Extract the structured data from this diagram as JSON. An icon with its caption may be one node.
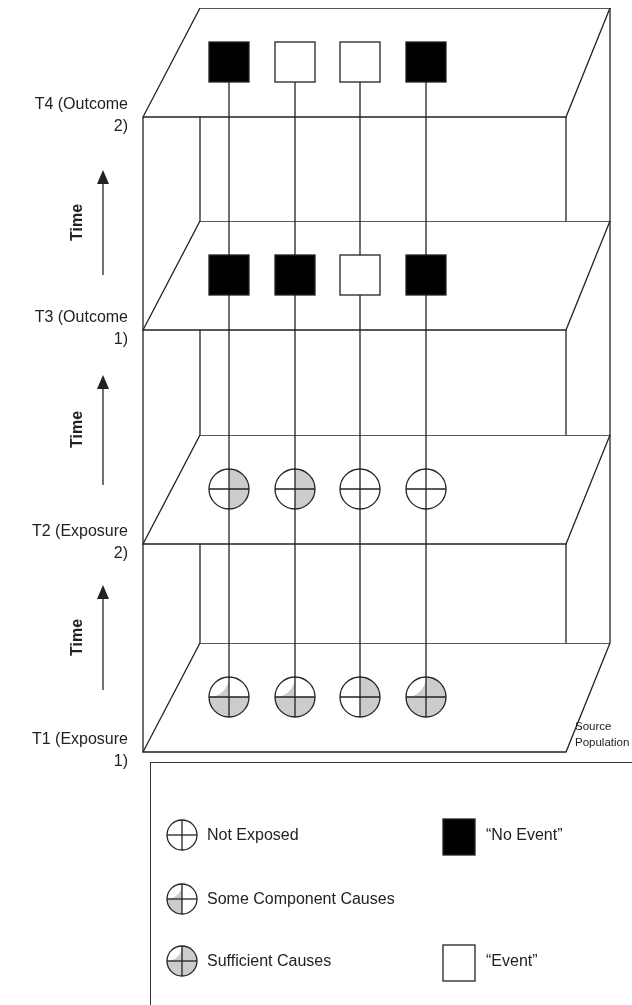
{
  "diagram": {
    "nodes": [
      {
        "text": [
          "T4 (Outcome 2)"
        ]
      },
      {
        "text": [],
        "shape": "box",
        "in": 0
      },
      {
        "text": [],
        "shape": "box",
        "in": 0
      },
      {
        "text": [],
        "shape": "box",
        "in": 0
      },
      {
        "text": [],
        "shape": "box",
        "in": 0
      },
      {
        "text": [
          "T3 (Outcome 1)"
        ]
      },
      {
        "text": [],
        "shape": "box",
        "in": 5
      },
      {
        "text": [],
        "shape": "box",
        "in": 5
      },
      {
        "text": [],
        "shape": "box",
        "in": 5
      },
      {
        "text": [],
        "shape": "box",
        "in": 5
      },
      {
        "text": [
          "T2 (Exposure 2)"
        ]
      },
      {
        "text": [],
        "shape": "circle",
        "in": 10
      },
      {
        "text": [],
        "shape": "circle",
        "in": 10
      },
      {
        "text": [],
        "shape": "circle",
        "in": 10
      },
      {
        "text": [],
        "shape": "circle",
        "in": 10
      },
      {
        "text": [
          "T1 (Exposure 1)"
        ],
        "beside": [
          "Source Population"
        ]
      },
      {
        "text": [],
        "shape": "circle",
        "in": 15
      },
      {
        "text": [],
        "shape": "circle",
        "in": 15
      },
      {
        "text": [],
        "shape": "circle",
        "in": 15
      },
      {
        "text": [],
        "shape": "circle",
        "in": 15
      }
    ],
    "edges": [
      {
        "from": 16,
        "to": 11,
        "arrow": "none"
      },
      {
        "from": 17,
        "to": 12,
        "arrow": "none"
      },
      {
        "from": 18,
        "to": 13,
        "arrow": "none"
      },
      {
        "from": 19,
        "to": 14,
        "arrow": "none"
      },
      {
        "from": 11,
        "to": 6,
        "arrow": "none"
      },
      {
        "from": 12,
        "to": 7,
        "arrow": "none"
      },
      {
        "from": 13,
        "to": 8,
        "arrow": "none"
      },
      {
        "from": 14,
        "to": 9,
        "arrow": "none"
      },
      {
        "from": 6,
        "to": 1,
        "arrow": "none"
      },
      {
        "from": 7,
        "to": 2,
        "arrow": "none"
      },
      {
        "from": 8,
        "to": 3,
        "arrow": "none"
      },
      {
        "from": 9,
        "to": 4,
        "arrow": "none"
      }
    ],
    "labels": [
      "Time",
      "Time",
      "Time"
    ],
    "legend": [
      {
        "text": "Not Exposed"
      },
      {
        "text": "“No Event”"
      },
      {
        "text": "Some Component Causes"
      },
      {
        "text": "Sufficient Causes"
      },
      {
        "text": "“Event”"
      }
    ]
  }
}
